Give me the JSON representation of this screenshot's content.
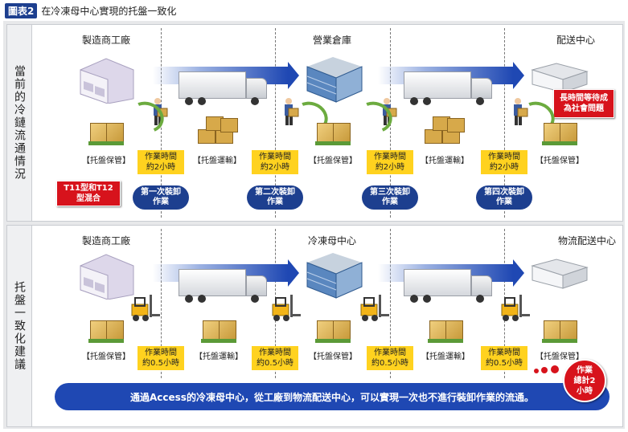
{
  "header": {
    "fig_label": "圖表2",
    "title": "在冷凍母中心實現的托盤一致化"
  },
  "current": {
    "side_label": "當前的冷鏈流通情況",
    "sites": [
      "製造商工廠",
      "營業倉庫",
      "配送中心"
    ],
    "labels": [
      "【托盤保管】",
      "【托盤運輸】",
      "【托盤保管】",
      "【托盤運輸】",
      "【托盤保管】"
    ],
    "work_times": [
      [
        "作業時間",
        "約2小時"
      ],
      [
        "作業時間",
        "約2小時"
      ],
      [
        "作業時間",
        "約2小時"
      ],
      [
        "作業時間",
        "約2小時"
      ]
    ],
    "steps": [
      [
        "第一次裝卸",
        "作業"
      ],
      [
        "第二次裝卸",
        "作業"
      ],
      [
        "第三次裝卸",
        "作業"
      ],
      [
        "第四次裝卸",
        "作業"
      ]
    ],
    "note_left": [
      "T11型和T12",
      "型混合"
    ],
    "note_right": [
      "長時間等待成",
      "為社會問題"
    ]
  },
  "proposal": {
    "side_label": "托盤一致化建議",
    "sites": [
      "製造商工廠",
      "冷凍母中心",
      "物流配送中心"
    ],
    "labels": [
      "【托盤保管】",
      "【托盤運輸】",
      "【托盤保管】",
      "【托盤運輸】",
      "【托盤保管】"
    ],
    "work_times": [
      [
        "作業時間",
        "約0.5小時"
      ],
      [
        "作業時間",
        "約0.5小時"
      ],
      [
        "作業時間",
        "約0.5小時"
      ],
      [
        "作業時間",
        "約0.5小時"
      ]
    ],
    "banner": "通過Access的冷凍母中心，從工廠到物流配送中心，可以實現一次也不進行裝卸作業的流通。",
    "total": [
      "作業",
      "總計2",
      "小時"
    ]
  },
  "colors": {
    "navy": "#1d3f8f",
    "yellow": "#ffd21f",
    "red": "#d7131c",
    "green": "#6cab3f"
  }
}
